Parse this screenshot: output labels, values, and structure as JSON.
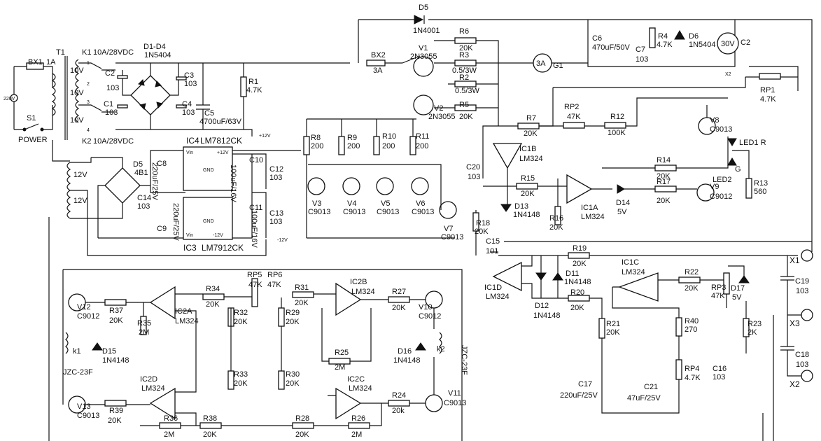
{
  "power_input": {
    "fuse": "BX1",
    "fuse_rating": "1A",
    "switch": "S1",
    "switch_label": "POWER",
    "mains_label": "220V",
    "transformer": "T1",
    "k1": "K1",
    "k1_rating": "10A/28VDC",
    "k2": "K2",
    "k2_rating": "10A/28VDC",
    "tap_10v": "10V",
    "tap_12v": "12V",
    "tap_numbers": [
      "1",
      "2",
      "3",
      "4"
    ]
  },
  "main_rectifier": {
    "bridge": "D1-D4",
    "bridge_part": "1N5404",
    "c2": "C2",
    "c2_val": "103",
    "c1": "C1",
    "c1_val": "103",
    "c3": "C3",
    "c3_val": "103",
    "c4": "C4",
    "c4_val": "103",
    "c5": "C5",
    "c5_val": "4700uF/63V",
    "r1": "R1",
    "r1_val": "4.7K"
  },
  "regulators": {
    "d5": "D5",
    "d5_val": "4B1",
    "c8": "C8",
    "c8_val": "220uF/25V",
    "c14": "C14",
    "c14_val": "103",
    "c9": "C9",
    "c9_val": "220uF/25V",
    "ic4": "IC4",
    "ic4_part": "LM7812CK",
    "ic3": "IC3",
    "ic3_part": "LM7912CK",
    "c10": "C10",
    "c10_val": "100uF/16V",
    "c12": "C12",
    "c12_val": "103",
    "c11": "C11",
    "c11_val": "100uF/16V",
    "c13": "C13",
    "c13_val": "103",
    "pin_vin": "Vin",
    "pin_gnd": "GND",
    "pin_vout": "+12V",
    "pin_vout_neg": "-12V",
    "rail_pos": "+12V",
    "rail_neg": "-12V"
  },
  "output_stage": {
    "d5_top": "D5",
    "d5_top_val": "1N4001",
    "bx2": "BX2",
    "bx2_val": "3A",
    "v1": "V1",
    "v1_part": "2N3055",
    "v2": "V2",
    "v2_part": "2N3055",
    "r6": "R6",
    "r6_val": "20K",
    "r3": "R3",
    "r3_val": "0.5/3W",
    "r2": "R2",
    "r2_val": "0.5/3W",
    "r5": "R5",
    "r5_val": "20K",
    "meter_a": "3A",
    "g1": "G1",
    "c6": "C6",
    "c6_val": "470uF/50V",
    "c7": "C7",
    "c7_val": "103",
    "r4": "R4",
    "r4_val": "4.7K",
    "d6": "D6",
    "d6_val": "1N5404",
    "meter_v": "30V",
    "g2": "C2",
    "x2_small": "X2"
  },
  "current_limit": {
    "r8": "R8",
    "r8_val": "200",
    "r9": "R9",
    "r9_val": "200",
    "r10": "R10",
    "r10_val": "200",
    "r11": "R11",
    "r11_val": "200",
    "v3": "V3",
    "v3_part": "C9013",
    "v4": "V4",
    "v4_part": "C9013",
    "v5": "V5",
    "v5_part": "C9013",
    "v6": "V6",
    "v6_part": "C9013",
    "v7": "V7",
    "v7_part": "C9013",
    "r18": "R18",
    "r18_val": "20K"
  },
  "control": {
    "rp1": "RP1",
    "rp1_val": "4.7K",
    "rp2": "RP2",
    "rp2_val": "47K",
    "r7": "R7",
    "r7_val": "20K",
    "r12": "R12",
    "r12_val": "100K",
    "ic1b": "IC1B",
    "ic1b_part": "LM324",
    "c20": "C20",
    "c20_val": "103",
    "r15": "R15",
    "r15_val": "20K",
    "ic1a": "IC1A",
    "ic1a_part": "LM324",
    "d13": "D13",
    "d13_val": "1N4148",
    "r16": "R16",
    "r16_val": "20K",
    "d14": "D14",
    "d14_val": "5V",
    "v8": "V8",
    "v8_part": "C9013",
    "led1": "LED1 R",
    "r14": "R14",
    "r14_val": "20K",
    "r17": "R17",
    "r17_val": "20K",
    "led2": "LED2",
    "led2_color": "G",
    "v9": "V9",
    "v9_part": "C9012",
    "r13": "R13",
    "r13_val": "560",
    "c15": "C15",
    "c15_val": "101",
    "ic1d": "IC1D",
    "ic1d_part": "LM324",
    "r19": "R19",
    "r19_val": "20K",
    "d11": "D11",
    "d11_val": "1N4148",
    "d12": "D12",
    "d12_val": "1N4148",
    "r20": "R20",
    "r20_val": "20K",
    "ic1c": "IC1C",
    "ic1c_part": "LM324",
    "r22": "R22",
    "r22_val": "20K",
    "rp3": "RP3",
    "rp3_val": "47K",
    "d17": "D17",
    "d17_val": "5V",
    "r21": "R21",
    "r21_val": "20K",
    "r40": "R40",
    "r40_val": "270",
    "rp4": "RP4",
    "rp4_val": "4.7K",
    "c16": "C16",
    "c16_val": "103",
    "r23": "R23",
    "r23_val": "2K",
    "c17": "C17",
    "c17_val": "220uF/25V",
    "c21": "C21",
    "c21_val": "47uF/25V",
    "x1": "X1",
    "x3": "X3",
    "x2": "X2",
    "c19": "C19",
    "c19_val": "103",
    "c18": "C18",
    "c18_val": "103"
  },
  "relay_control": {
    "v12": "V12",
    "v12_part": "C9012",
    "r37": "R37",
    "r37_val": "20K",
    "r35": "R35",
    "r35_val": "2M",
    "ic2a": "IC2A",
    "ic2a_part": "LM324",
    "r34": "R34",
    "r34_val": "20K",
    "rp5": "RP5",
    "rp5_val": "47K",
    "rp6": "RP6",
    "rp6_val": "47K",
    "r32": "R32",
    "r32_val": "20K",
    "r31": "R31",
    "r31_val": "20K",
    "r29": "R29",
    "r29_val": "20K",
    "ic2b": "IC2B",
    "ic2b_part": "LM324",
    "r27": "R27",
    "r27_val": "20K",
    "v10": "V10",
    "v10_part": "C9012",
    "k1": "k1",
    "k1_part": "JZC-23F",
    "d15": "D15",
    "d15_val": "1N4148",
    "r25": "R25",
    "r25_val": "2M",
    "d16": "D16",
    "d16_val": "1N4148",
    "k2": "k2",
    "k2_part": "JZC-23F",
    "ic2d": "IC2D",
    "ic2d_part": "LM324",
    "r33": "R33",
    "r33_val": "20K",
    "r30": "R30",
    "r30_val": "20K",
    "ic2c": "IC2C",
    "ic2c_part": "LM324",
    "v13": "V13",
    "v13_part": "C9013",
    "r39": "R39",
    "r39_val": "20K",
    "r24": "R24",
    "r24_val": "20k",
    "v11": "V11",
    "v11_part": "C9013",
    "r36": "R36",
    "r36_val": "2M",
    "r38": "R38",
    "r38_val": "20K",
    "r28": "R28",
    "r28_val": "20K",
    "r26": "R26",
    "r26_val": "2M"
  }
}
